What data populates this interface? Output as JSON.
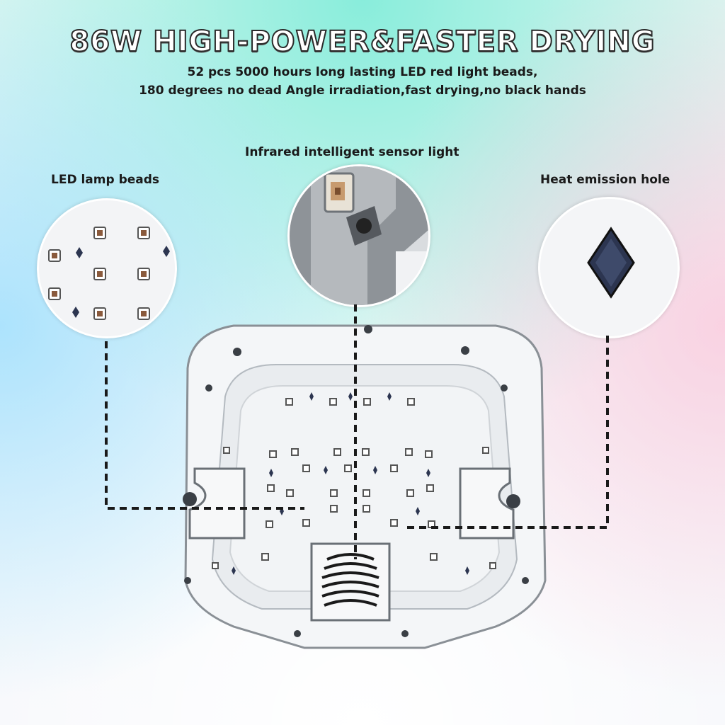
{
  "header": {
    "headline": "86W HIGH-POWER&FASTER DRYING",
    "line1": "52 pcs 5000 hours long lasting LED red light beads,",
    "line2": "180 degrees no dead Angle irradiation,fast drying,no black hands"
  },
  "callouts": {
    "led": "LED lamp beads",
    "sensor": "Infrared intelligent sensor light",
    "heat": "Heat emission hole"
  },
  "colors": {
    "led_bead": "#8a5a3c",
    "diamond": "#2c3550",
    "dashed_line": "#1a1a1a"
  }
}
